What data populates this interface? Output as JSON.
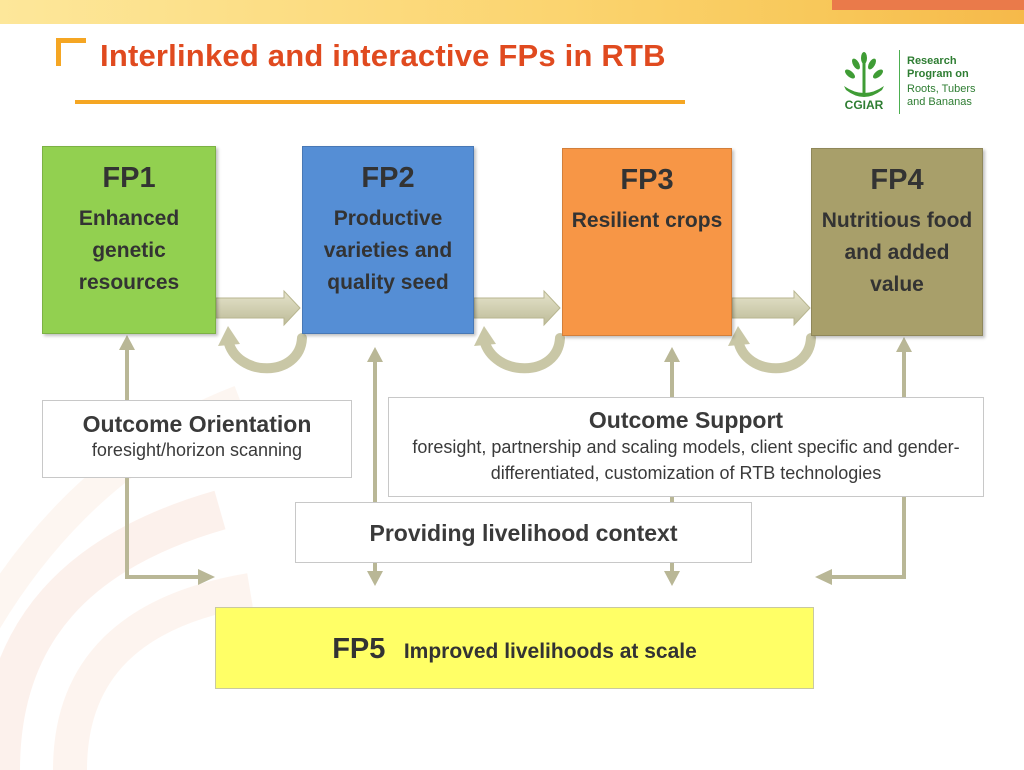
{
  "slide": {
    "title": "Interlinked and interactive FPs in RTB"
  },
  "logo": {
    "org": "CGIAR",
    "line1": "Research",
    "line2": "Program on",
    "line3": "Roots, Tubers",
    "line4": "and Bananas",
    "color": "#2e7d32"
  },
  "flagships": [
    {
      "number": "FP1",
      "name": "Enhanced genetic resources",
      "color": "#92d050"
    },
    {
      "number": "FP2",
      "name": "Productive varieties and quality seed",
      "color": "#558ed5"
    },
    {
      "number": "FP3",
      "name": "Resilient crops",
      "color": "#f79646"
    },
    {
      "number": "FP4",
      "name": "Nutritious food and added value",
      "color": "#a89f6a"
    }
  ],
  "fp5": {
    "number": "FP5",
    "name": "Improved livelihoods at scale",
    "color": "#ffff66"
  },
  "outcome_orientation": {
    "title": "Outcome Orientation",
    "subtitle": "foresight/horizon scanning"
  },
  "outcome_support": {
    "title": "Outcome Support",
    "subtitle": "foresight, partnership and scaling models, client specific and gender-differentiated, customization of RTB technologies"
  },
  "livelihood_context": {
    "text": "Providing livelihood context"
  },
  "colors": {
    "title": "#e04a1f",
    "accent": "#f5a623",
    "arrow": "#d6d4b8"
  }
}
